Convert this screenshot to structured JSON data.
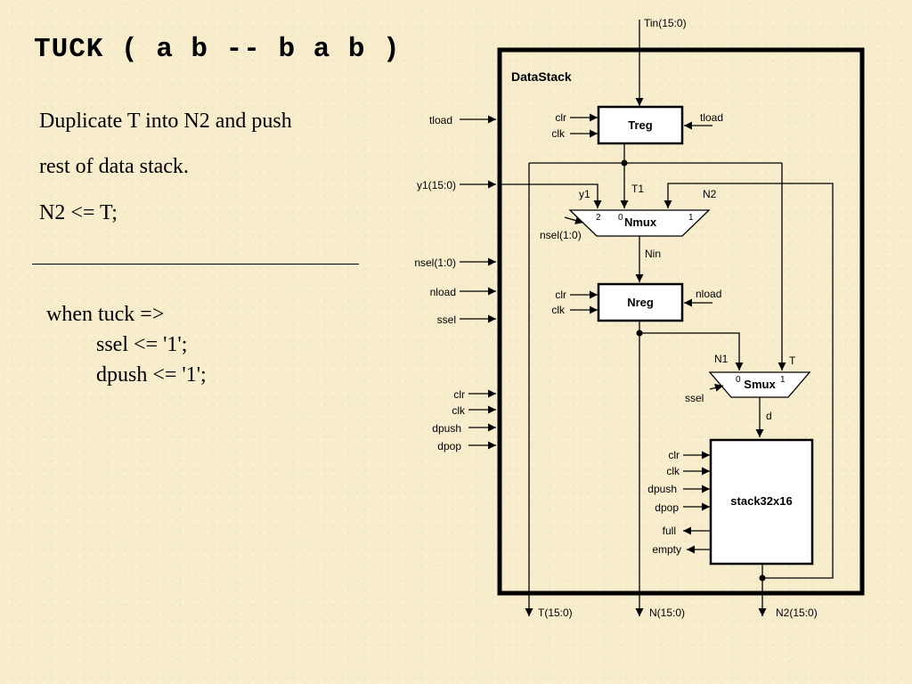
{
  "slide": {
    "title": "TUCK ( a b -- b a b )",
    "description": [
      "Duplicate T into N2 and push",
      "rest of data stack.",
      "N2 <= T;"
    ],
    "code": [
      "when tuck =>",
      "ssel <= '1';",
      "dpush <= '1';"
    ]
  },
  "diagram": {
    "container_label": "DataStack",
    "top_input": "Tin(15:0)",
    "external_inputs": {
      "tload": "tload",
      "y1": "y1(15:0)",
      "nsel": "nsel(1:0)",
      "nload": "nload",
      "ssel": "ssel",
      "clr": "clr",
      "clk": "clk",
      "dpush": "dpush",
      "dpop": "dpop"
    },
    "treg": {
      "name": "Treg",
      "clr": "clr",
      "clk": "clk",
      "load": "tload"
    },
    "nmux": {
      "name": "Nmux",
      "sel": "nsel(1:0)",
      "in_y1": "y1",
      "in_t1": "T1",
      "in_n2": "N2",
      "idx2": "2",
      "idx0": "0",
      "idx1": "1",
      "out": "Nin"
    },
    "nreg": {
      "name": "Nreg",
      "clr": "clr",
      "clk": "clk",
      "load": "nload"
    },
    "smux": {
      "name": "Smux",
      "sel": "ssel",
      "in_n1": "N1",
      "in_t": "T",
      "idx0": "0",
      "idx1": "1",
      "out": "d"
    },
    "stack": {
      "name": "stack32x16",
      "inputs": [
        "clr",
        "clk",
        "dpush",
        "dpop"
      ],
      "outputs": [
        "full",
        "empty"
      ]
    },
    "outputs": [
      "T(15:0)",
      "N(15:0)",
      "N2(15:0)"
    ]
  }
}
